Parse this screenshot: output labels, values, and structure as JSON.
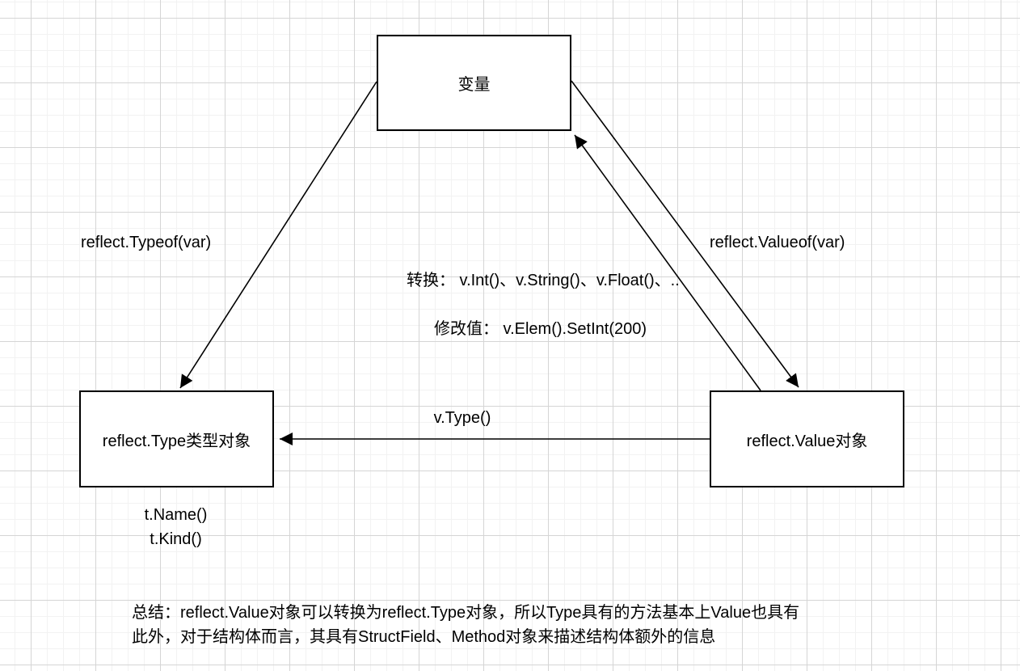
{
  "diagram": {
    "nodes": {
      "variable": {
        "label": "变量"
      },
      "type_object": {
        "label": "reflect.Type类型对象"
      },
      "value_object": {
        "label": "reflect.Value对象"
      }
    },
    "edges": {
      "typeof": {
        "label": "reflect.Typeof(var)"
      },
      "valueof": {
        "label": "reflect.Valueof(var)"
      },
      "v_type": {
        "label": "v.Type()"
      }
    },
    "annotations": {
      "convert": "转换： v.Int()、v.String()、v.Float()、..",
      "modify_value": "修改值： v.Elem().SetInt(200)",
      "t_name": "t.Name()",
      "t_kind": "t.Kind()",
      "summary_line1": "总结：reflect.Value对象可以转换为reflect.Type对象，所以Type具有的方法基本上Value也具有",
      "summary_line2": "此外，对于结构体而言，其具有StructField、Method对象来描述结构体额外的信息"
    },
    "colors": {
      "background": "#ffffff",
      "grid_minor": "#f2f2f2",
      "grid_major": "#d5d5d5",
      "stroke": "#000000",
      "text": "#000000"
    }
  }
}
